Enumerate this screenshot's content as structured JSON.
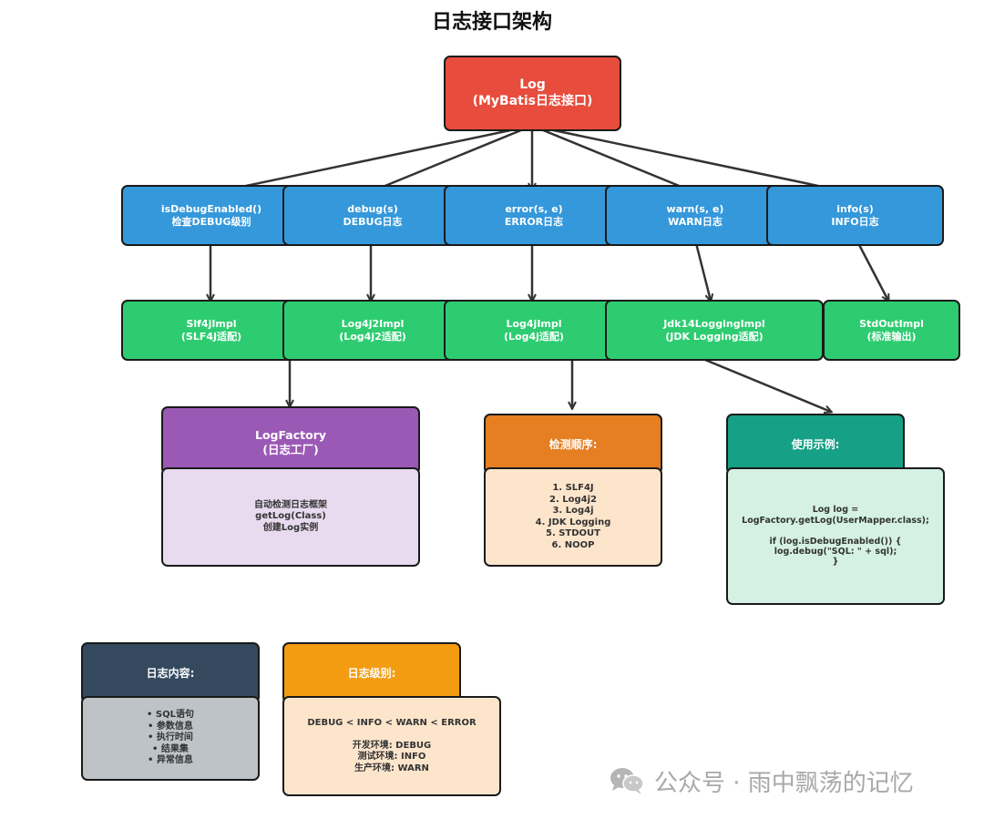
{
  "title": "日志接口架构",
  "log_interface": "Log\n(MyBatis日志接口)",
  "methods": [
    "isDebugEnabled()\n检查DEBUG级别",
    "debug(s)\nDEBUG日志",
    "error(s, e)\nERROR日志",
    "warn(s, e)\nWARN日志",
    "info(s)\nINFO日志"
  ],
  "impls": [
    "Slf4jImpl\n(SLF4J适配)",
    "Log4j2Impl\n(Log4j2适配)",
    "Log4jImpl\n(Log4j适配)",
    "Jdk14LoggingImpl\n(JDK Logging适配)",
    "StdOutImpl\n(标准输出)"
  ],
  "log_factory": {
    "header": "LogFactory\n(日志工厂)",
    "body": "自动检测日志框架\ngetLog(Class)\n创建Log实例"
  },
  "detection": {
    "header": "检测顺序:",
    "body": "1. SLF4J\n2. Log4j2\n3. Log4j\n4. JDK Logging\n5. STDOUT\n6. NOOP"
  },
  "usage": {
    "header": "使用示例:",
    "body": "Log log = LogFactory.getLog(UserMapper.class);\n\nif (log.isDebugEnabled()) {\nlog.debug(\"SQL: \" + sql);\n}"
  },
  "log_content": {
    "header": "日志内容:",
    "body": "• SQL语句\n• 参数信息\n• 执行时间\n• 结果集\n• 异常信息"
  },
  "log_level": {
    "header": "日志级别:",
    "body": "DEBUG < INFO < WARN < ERROR\n\n开发环境: DEBUG\n测试环境: INFO\n生产环境: WARN"
  },
  "watermark": "公众号 · 雨中飘荡的记忆",
  "colors": {
    "red": "#e74c3c",
    "blue": "#3498db",
    "green": "#2ecc71",
    "purple": "#9b59b6",
    "orange": "#e67e22",
    "teal": "#16a085",
    "navy": "#34495e",
    "amber": "#f39c12",
    "arrow": "#333333"
  }
}
